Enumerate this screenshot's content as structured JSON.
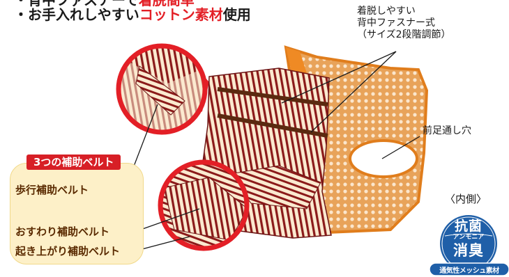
{
  "heading": {
    "line_top_prefix": "・背中ファスナーで",
    "line_top_highlight": "着脱簡単",
    "line2_prefix": "・お手入れしやすい",
    "line2_highlight": "コットン素材",
    "line2_suffix": "使用"
  },
  "callouts": {
    "zipper": [
      "着脱しやすい",
      "背中ファスナー式",
      "（サイズ2段階調節）"
    ],
    "front_leg": "前足通し穴"
  },
  "belts": {
    "title": "3つの補助ベルト",
    "items": [
      "歩行補助ベルト",
      "おすわり補助ベルト",
      "起き上がり補助ベルト"
    ]
  },
  "inner": {
    "label": "〈内側〉",
    "badge_line1": "抗菌",
    "badge_sub": "アンモニア",
    "badge_line2": "消臭",
    "badge_bottom": "通気性メッシュ素材"
  },
  "colors": {
    "accent_red": "#e31f26",
    "stripe": "#8b1a1a",
    "mesh_orange": "#e8a35a",
    "badge_blue": "#1f5fa8",
    "belt_box": "#fdf0c8"
  }
}
